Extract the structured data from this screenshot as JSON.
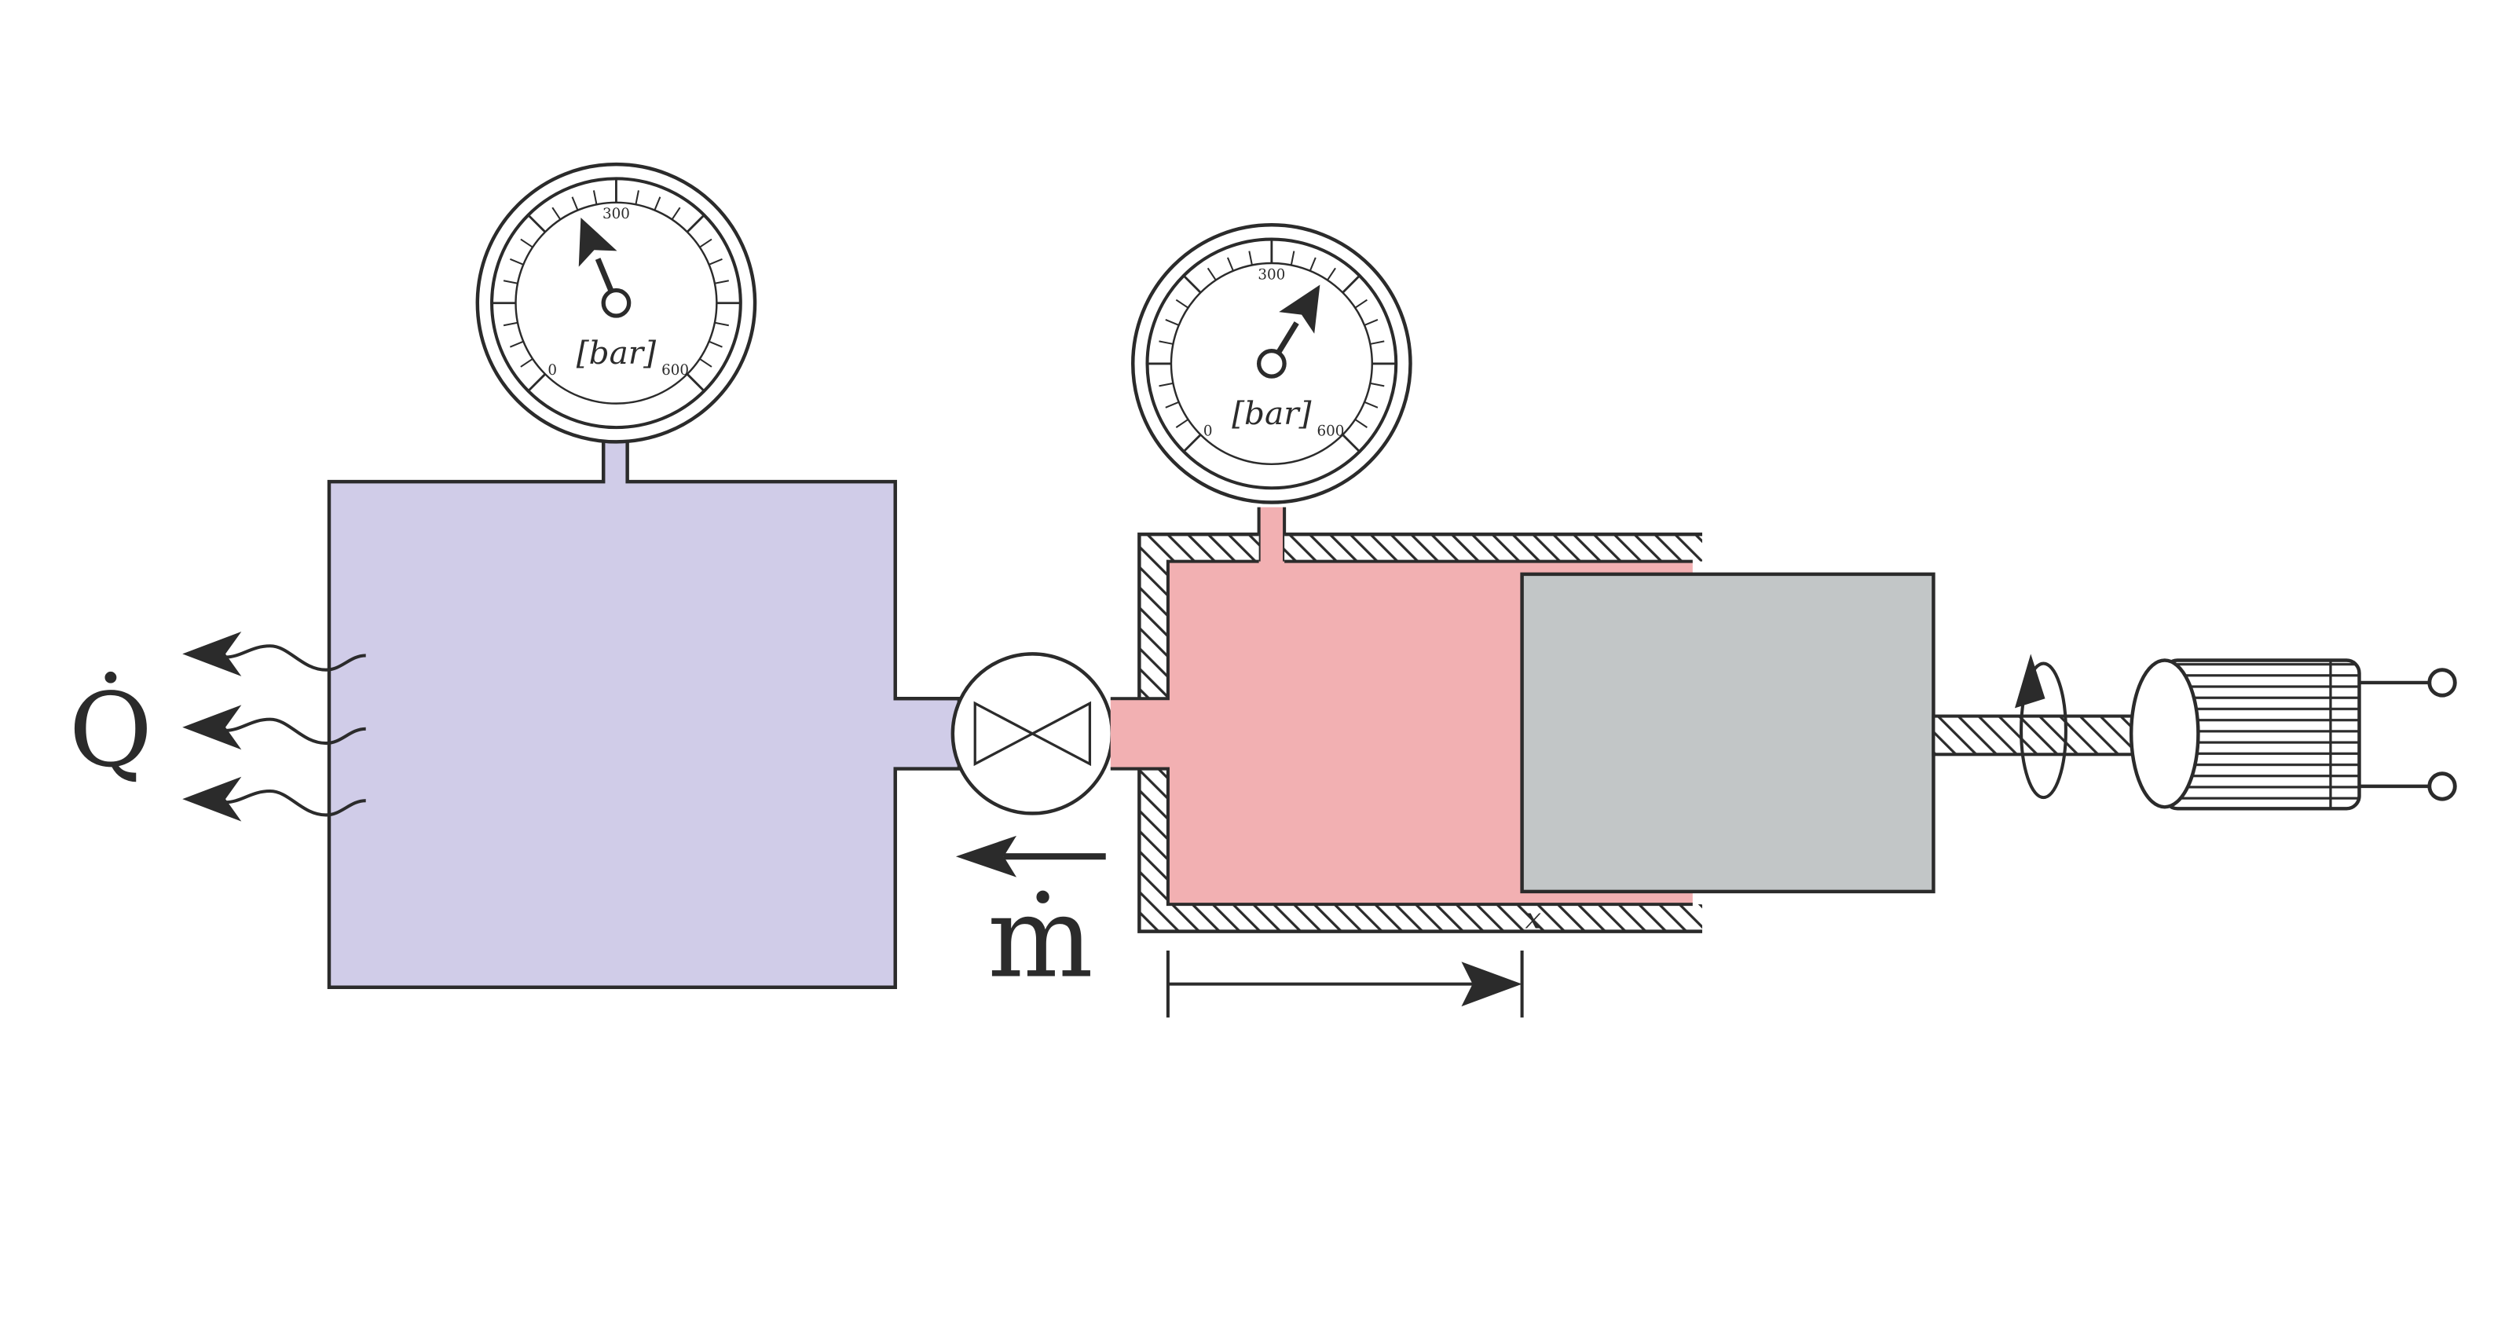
{
  "colors": {
    "tank_fill": "#d0cce8",
    "cylinder_fill": "#f2b0b2",
    "piston_fill": "#c2c6c7",
    "line": "#2b2b2b"
  },
  "left_gauge": {
    "unit": "[bar]",
    "tick_min": "0",
    "tick_mid": "300",
    "tick_max": "600",
    "reading": 250
  },
  "right_gauge": {
    "unit": "[bar]",
    "tick_min": "0",
    "tick_mid": "300",
    "tick_max": "600",
    "reading": 370
  },
  "labels": {
    "heat_flow": "Q̇",
    "mass_flow": "ṁ",
    "displacement": "x"
  },
  "icons": {
    "valve": "bowtie-valve-icon",
    "motor": "electric-motor-icon",
    "rotation": "rotation-arrow-icon",
    "heat": "wavy-heat-arrow-icon"
  }
}
